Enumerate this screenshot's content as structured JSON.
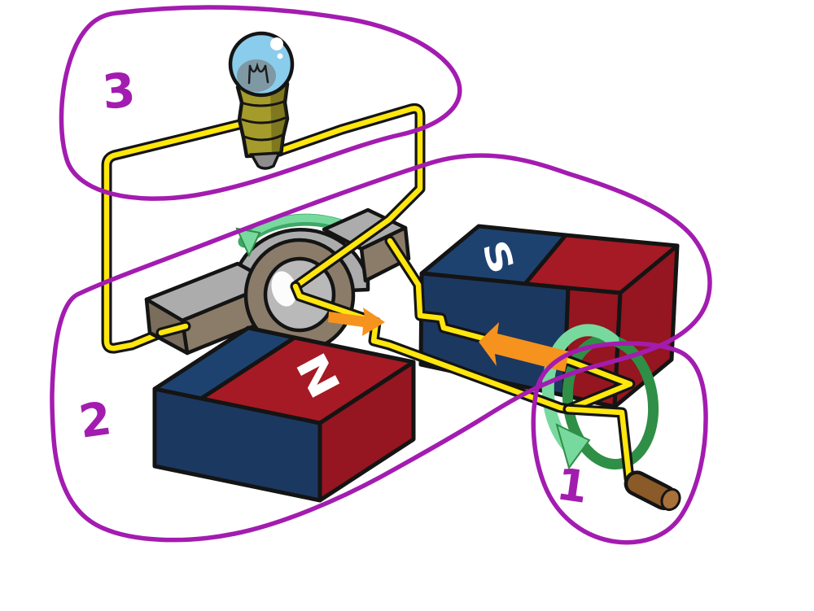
{
  "illustration": {
    "type": "educational-cartoon-diagram",
    "subject": "Hand-crank electric generator spinning an armature coil between magnet poles to light a bulb",
    "annotations": [
      {
        "label": "1",
        "refers_to": "hand-crank"
      },
      {
        "label": "2",
        "refers_to": "magnets-and-armature"
      },
      {
        "label": "3",
        "refers_to": "light-bulb-circuit"
      }
    ],
    "magnets": {
      "front_pole_label": "N",
      "back_pole_label": "S"
    },
    "icons": {
      "armature_rotation": "curved-rotation-arrow",
      "crank_rotation": "circular-rotation-arrow",
      "current_right": "right-arrow",
      "current_left": "left-arrow"
    }
  },
  "colors": {
    "purple": "#a31cb0",
    "wire-yellow": "#ffe60d",
    "outline": "#141414",
    "magnet-blue": "#1e4270",
    "magnet-blue-dark": "#1b3860",
    "magnet-red": "#a51a24",
    "magnet-red-dark": "#951520",
    "metal-gray": "#acacac",
    "metal-taupe": "#8b7c6a",
    "metal-taupe-dark": "#7a6d5c",
    "green-light": "#78d99e",
    "green-mid": "#3fa768",
    "green-dark": "#2f8f46",
    "orange": "#f6921e",
    "brown": "#8a5a28",
    "brown-light": "#a8713a",
    "glass-blue": "#8accec",
    "glass-shadow": "#7e99a4",
    "brass": "#a49b2b",
    "tip-gray": "#8d8d8d",
    "hole-gray": "#b9b9b9",
    "bg": "#ffffff"
  }
}
